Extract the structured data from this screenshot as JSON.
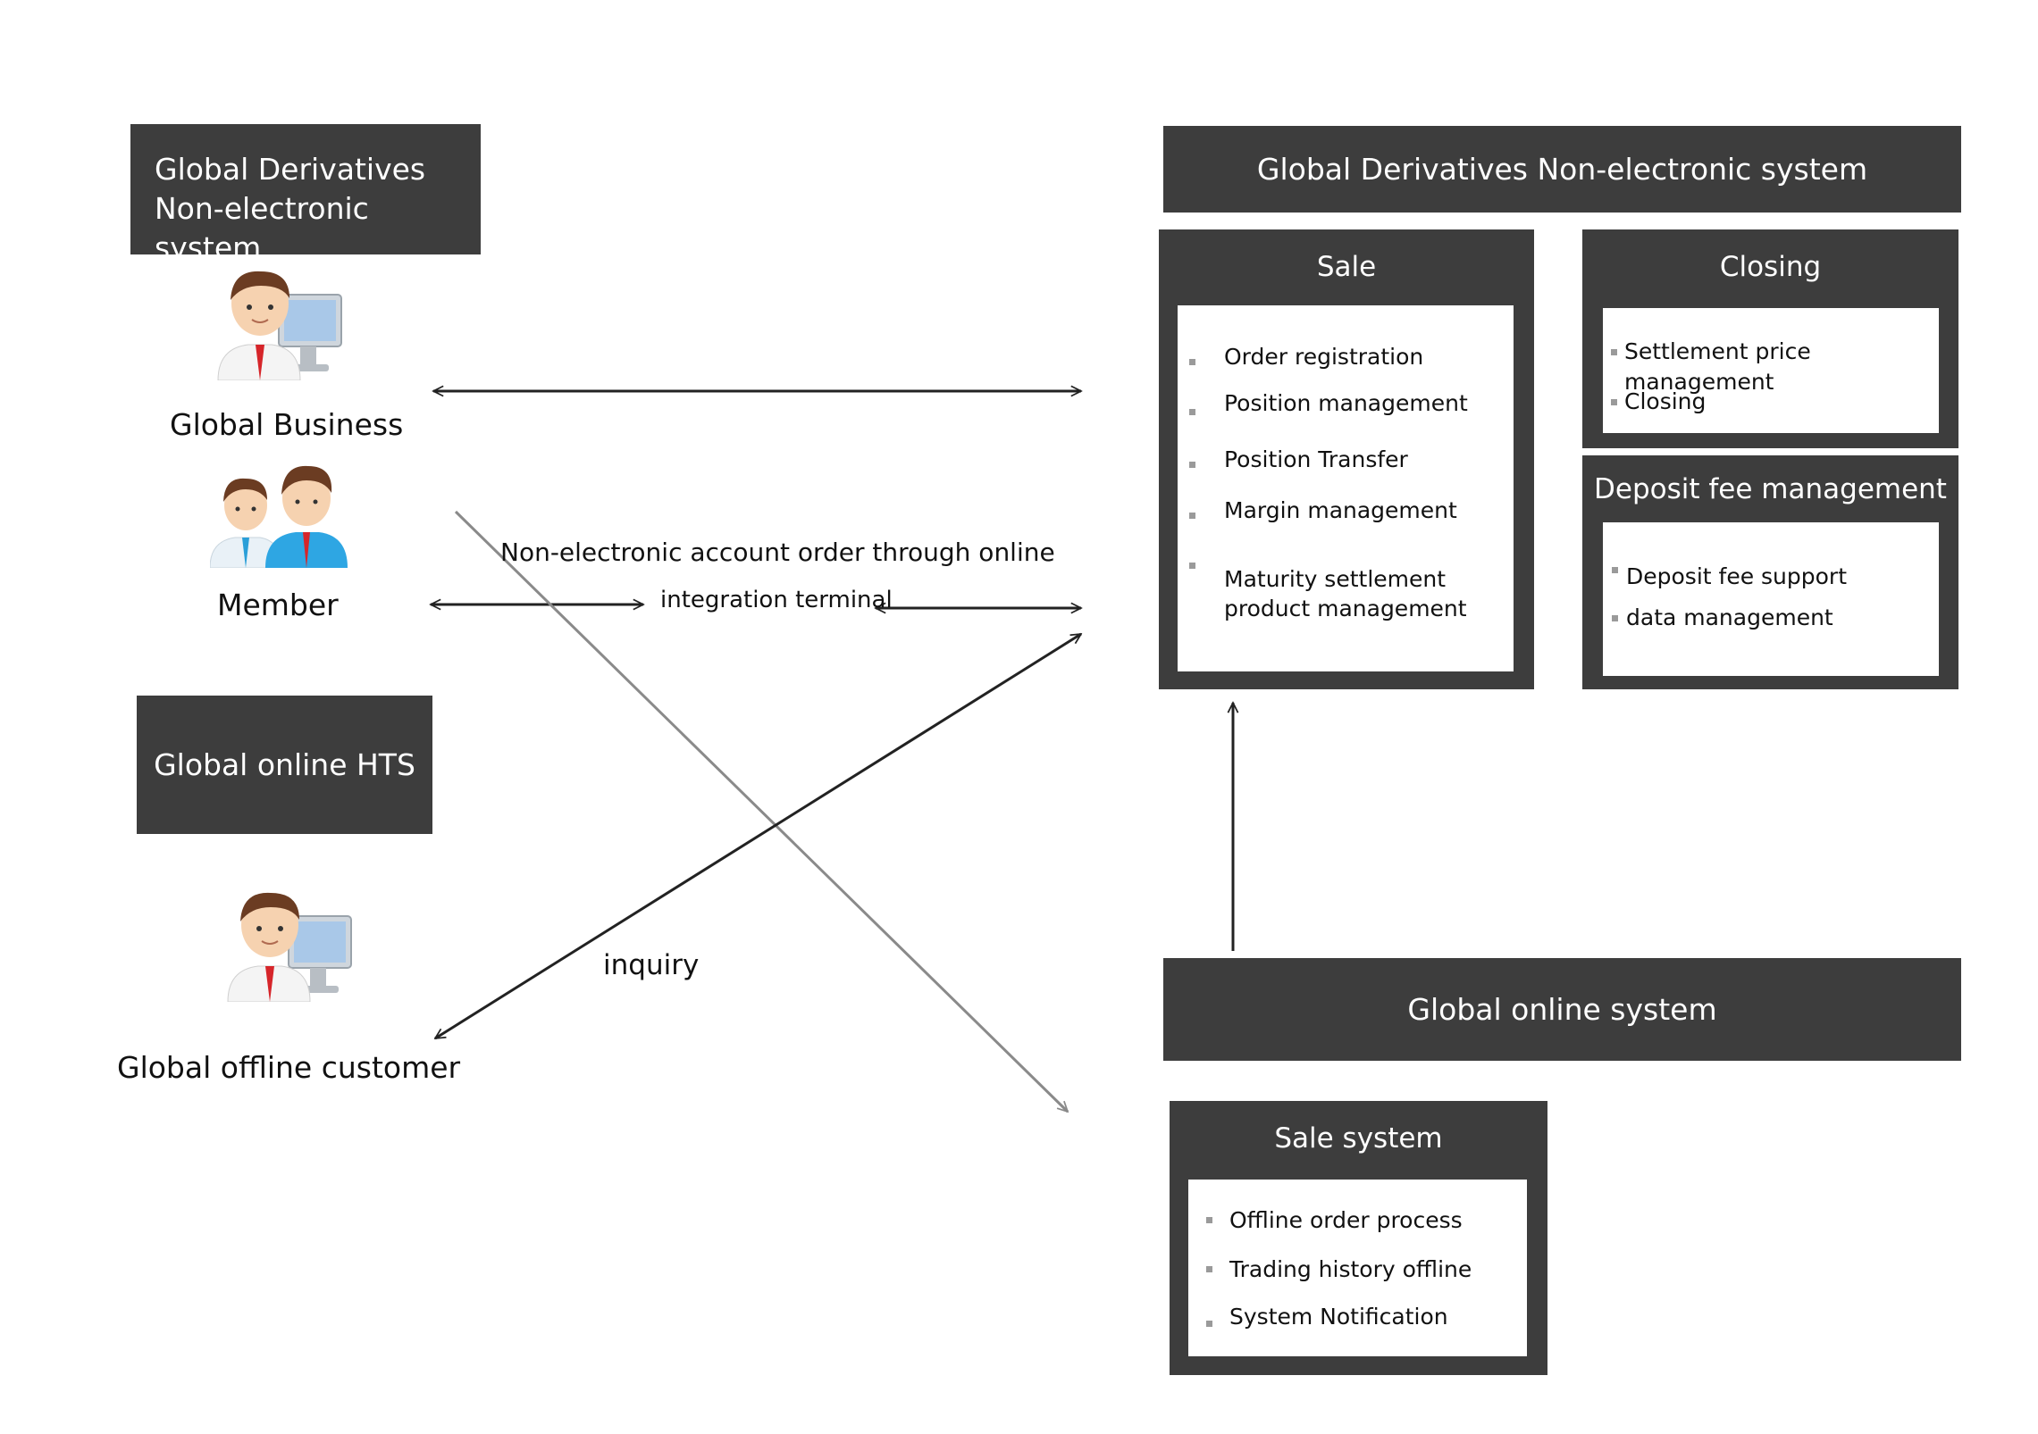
{
  "left": {
    "nonelectronic_header_line1": "Global Derivatives",
    "nonelectronic_header_line2": "Non-electronic system",
    "global_business_label": "Global Business",
    "member_label": "Member",
    "online_hts_header": "Global online HTS",
    "offline_customer_label": "Global offline customer"
  },
  "edges": {
    "member_label_line1": "Non-electronic account order through online",
    "member_label_line2": "integration terminal",
    "inquiry_label": "inquiry"
  },
  "right": {
    "nonelectronic_system_header": "Global Derivatives Non-electronic system",
    "sale": {
      "title": "Sale",
      "items": [
        "Order registration",
        "Position management",
        "Position Transfer",
        "Margin management",
        "Maturity settlement",
        "product management"
      ]
    },
    "closing": {
      "title": "Closing",
      "items": [
        "Settlement price management",
        "Closing"
      ]
    },
    "deposit": {
      "title": "Deposit fee management",
      "items": [
        "Deposit fee support",
        "data management"
      ]
    },
    "online_system_header": "Global online system",
    "sale_system": {
      "title": "Sale system",
      "items": [
        "Offline order process",
        "Trading history offline",
        "System Notification"
      ]
    }
  },
  "colors": {
    "box_dark": "#3d3d3d",
    "inner_white": "#ffffff",
    "arrow": "#222222",
    "arrow_gray": "#8a8a8a"
  },
  "icons": [
    "businessman-computer-icon",
    "two-members-icon",
    "customer-computer-icon"
  ]
}
